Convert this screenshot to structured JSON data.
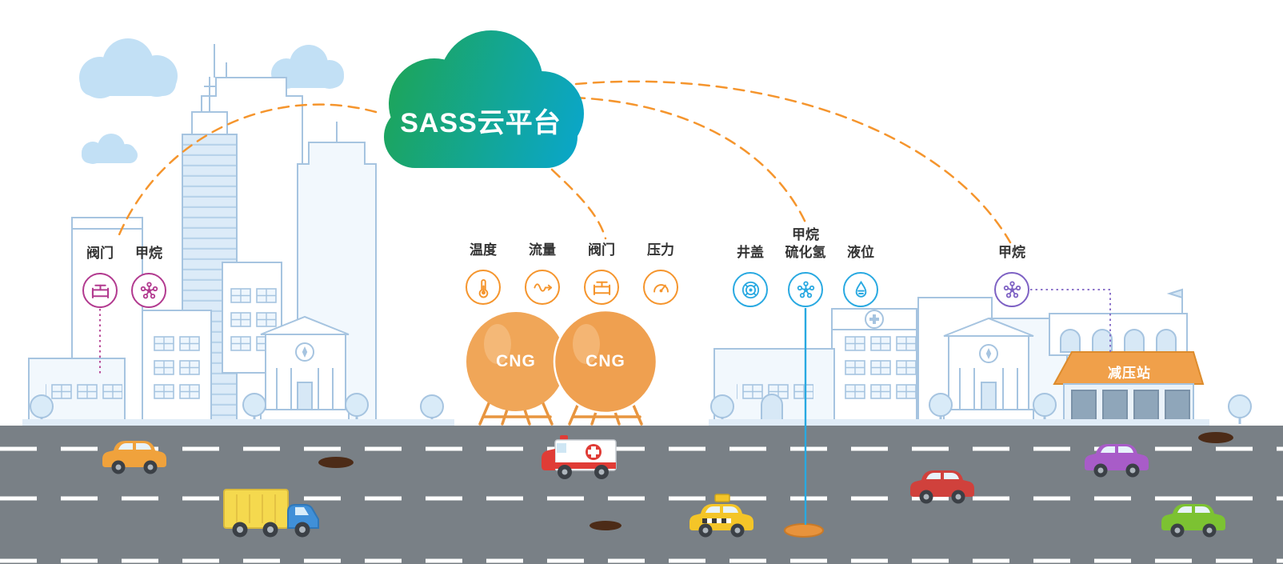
{
  "cloud": {
    "label": "SASS云平台"
  },
  "groups": {
    "city": {
      "color": "#b23a8f",
      "sensors": [
        {
          "label": "阀门",
          "icon": "valve-icon"
        },
        {
          "label": "甲烷",
          "icon": "molecule-icon"
        }
      ]
    },
    "cng": {
      "color": "#f5952d",
      "sensors": [
        {
          "label": "温度",
          "icon": "temperature-icon"
        },
        {
          "label": "流量",
          "icon": "flow-icon"
        },
        {
          "label": "阀门",
          "icon": "valve-icon"
        },
        {
          "label": "压力",
          "icon": "pressure-icon"
        }
      ]
    },
    "manhole": {
      "color": "#29a9e1",
      "sensors": [
        {
          "label": "井盖",
          "icon": "manhole-icon"
        },
        {
          "label": "甲烷",
          "sublabel": "硫化氢",
          "icon": "molecule-icon"
        },
        {
          "label": "液位",
          "icon": "level-icon"
        }
      ]
    },
    "station": {
      "color": "#7e62c4",
      "sensors": [
        {
          "label": "甲烷",
          "icon": "molecule-icon"
        }
      ]
    }
  },
  "scene": {
    "cng_tanks": [
      "CNG",
      "CNG"
    ],
    "reduction_station_label": "减压站"
  },
  "colors": {
    "cloud_gradient_start": "#1ea553",
    "cloud_gradient_end": "#0aa6c9",
    "connector_orange": "#f5952d",
    "road": "#798086",
    "building_line": "#a6c4e0"
  }
}
